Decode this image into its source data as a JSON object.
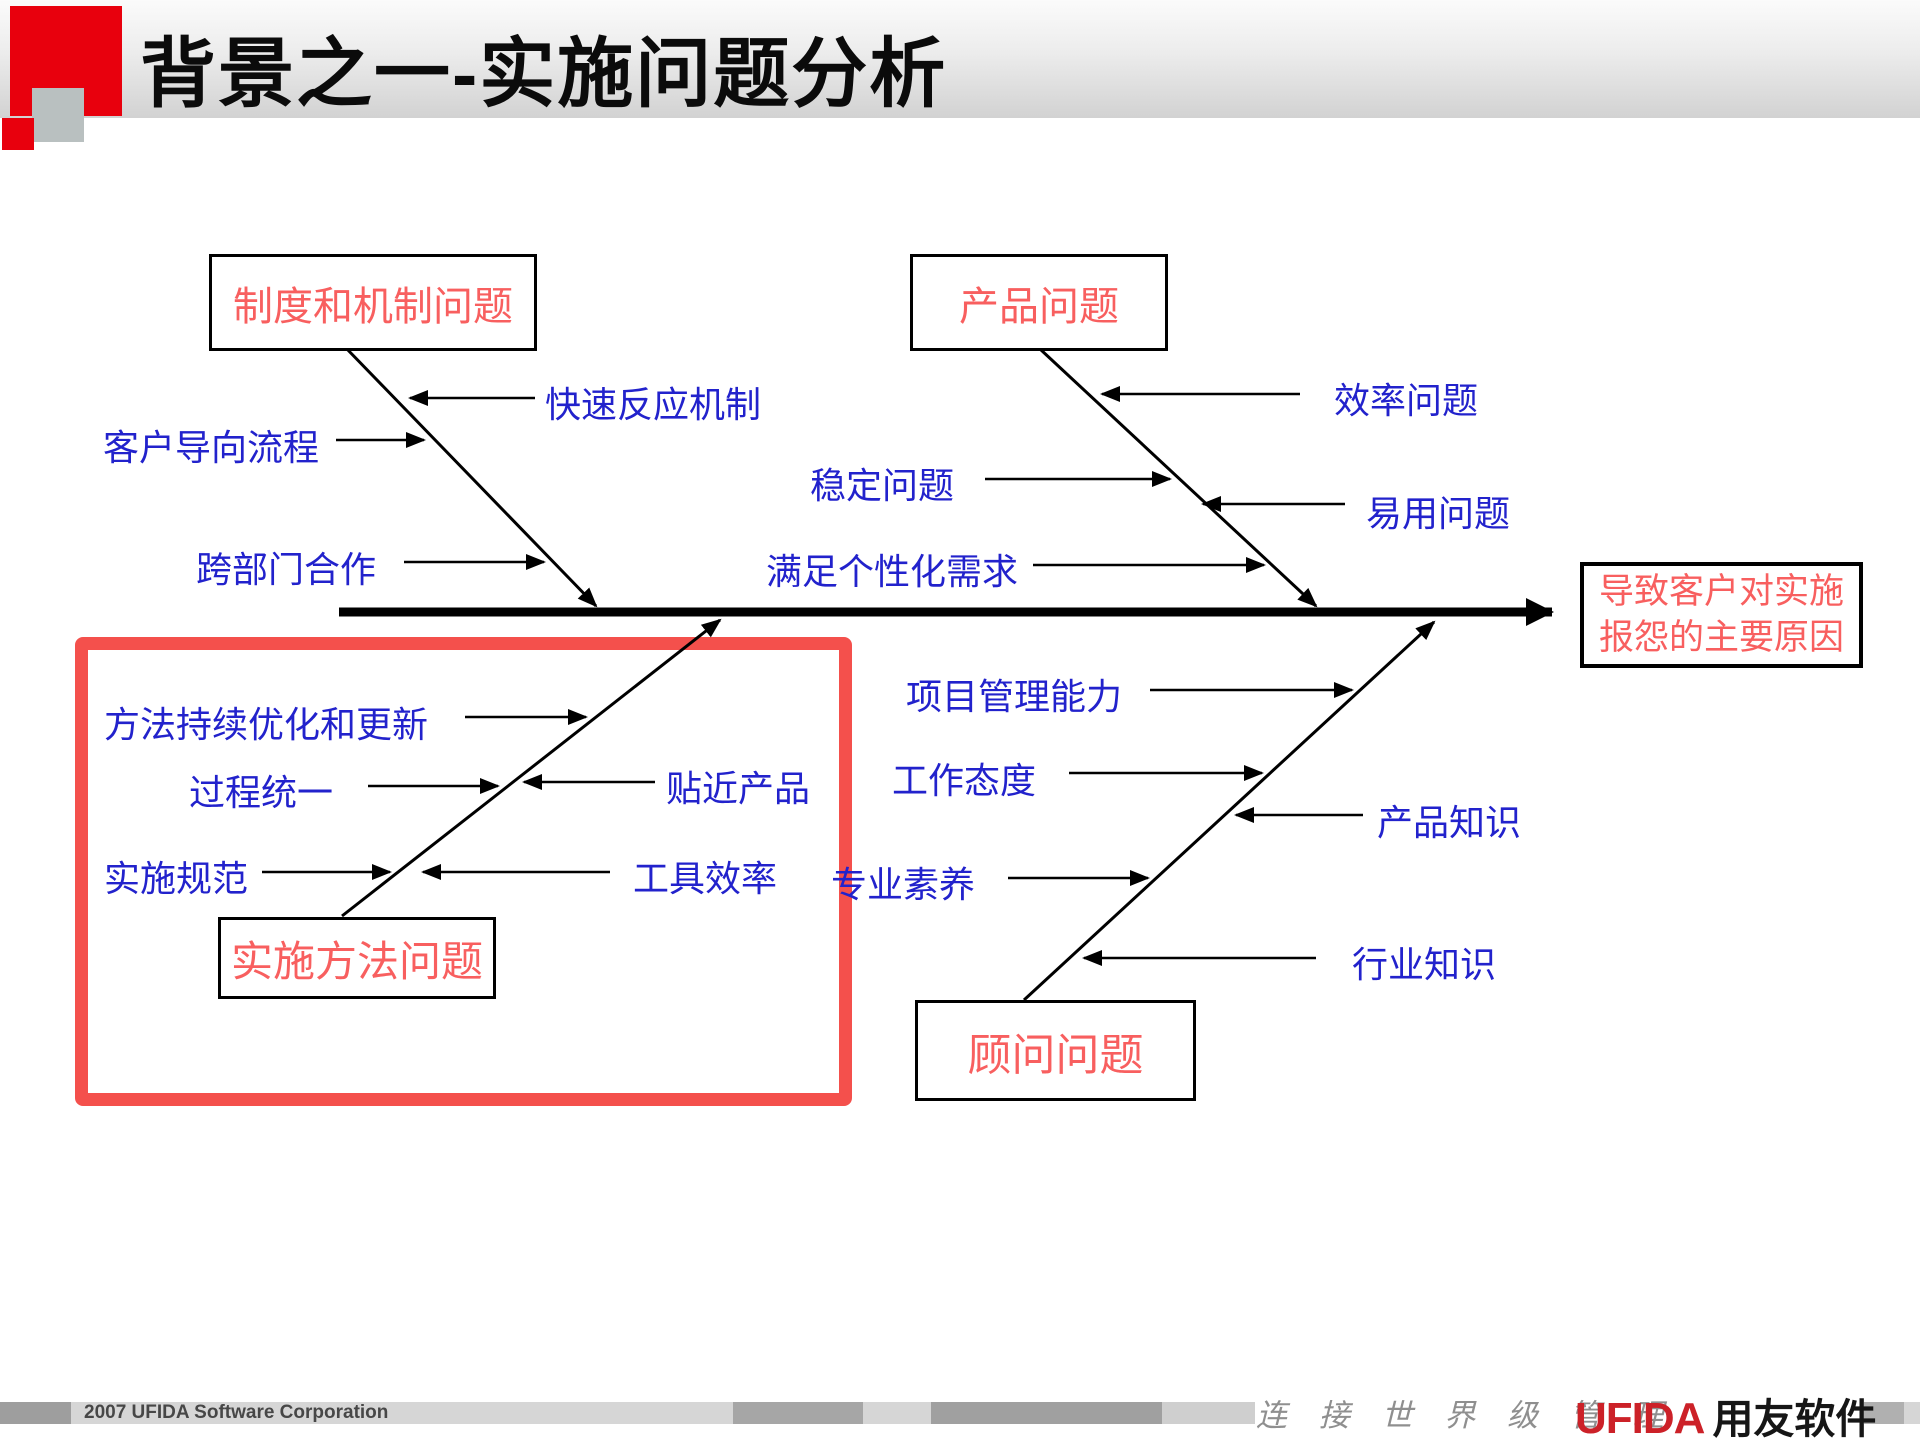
{
  "title": "背景之一-实施问题分析",
  "diagram": {
    "effect_box": {
      "line1": "导致客户对实施",
      "line2": "报怨的主要原因"
    },
    "categories": {
      "institution": "制度和机制问题",
      "product": "产品问题",
      "method": "实施方法问题",
      "consultant": "顾问问题"
    },
    "causes": {
      "kuaisu": "快速反应机制",
      "kehu": "客户导向流程",
      "kuabumen": "跨部门合作",
      "xiaolv": "效率问题",
      "wending": "稳定问题",
      "yiyong": "易用问题",
      "manzu": "满足个性化需求",
      "fangfa": "方法持续优化和更新",
      "guocheng": "过程统一",
      "tiejin": "贴近产品",
      "guifan": "实施规范",
      "gongju": "工具效率",
      "xiangmu": "项目管理能力",
      "gongzuo": "工作态度",
      "chanpin_zhishi": "产品知识",
      "zhuanye": "专业素养",
      "hangye": "行业知识"
    }
  },
  "footer": {
    "copyright": "2007 UFIDA Software Corporation",
    "slogan": "连 接 世 界 级 管 理",
    "logo_en": "UFIDA",
    "logo_cn": "用友软件"
  },
  "colors": {
    "blue_text": "#2222cc",
    "red_text": "#f85f5f",
    "highlight_red": "#f4504c",
    "logo_red": "#e8000d",
    "ufida_red": "#cc2128"
  }
}
